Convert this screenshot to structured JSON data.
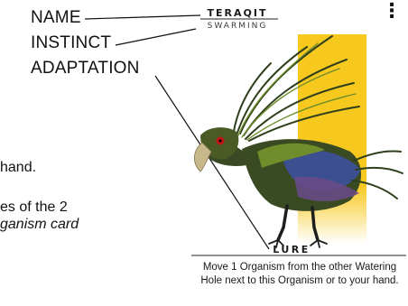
{
  "callouts": {
    "name": "NAME",
    "instinct": "INSTINCT",
    "adaptation": "ADAPTATION"
  },
  "body_fragments": {
    "line1": "hand.",
    "line2": "es of the 2",
    "line3": "ganism card"
  },
  "card": {
    "name": "TERAQIT",
    "instinct": "SWARMING",
    "menu_icon": "vertical-dots-icon",
    "adaptation_title": "LURE",
    "adaptation_text": "Move 1 Organism from the other Watering Hole next to this Organism or to your hand.",
    "illustration": "feathered-bird-creature",
    "colors": {
      "stripe": "#f7c81e",
      "plumage_dark": "#2e3f1c",
      "plumage_green": "#6f8d2a",
      "plumage_blue": "#3d4f9a"
    }
  }
}
